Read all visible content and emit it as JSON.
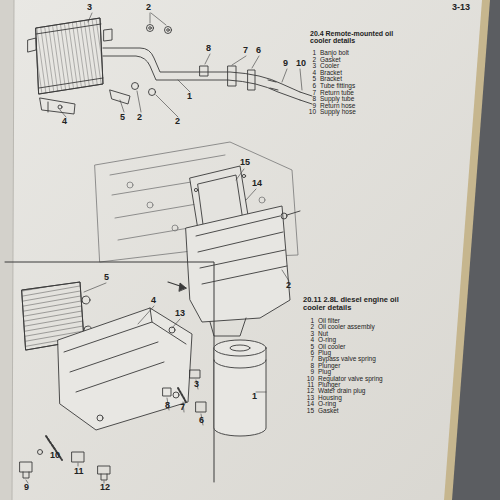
{
  "diagram": {
    "labels": [
      "3-13",
      "3",
      "2",
      "1",
      "8",
      "7",
      "6",
      "9",
      "10",
      "4",
      "5",
      "2",
      "2",
      "20.4 Remote-mounted oil cooler details",
      "1",
      "Banjo bolt",
      "2",
      "Gasket",
      "3",
      "Cooler",
      "4",
      "Bracket",
      "5",
      "Bracket",
      "6",
      "Tube fittings",
      "7",
      "Return tube",
      "8",
      "Supply tube",
      "9",
      "Return hose",
      "10",
      "Supply hose",
      "15",
      "14",
      "2",
      "5",
      "4",
      "13",
      "3",
      "1",
      "8",
      "7",
      "6",
      "10",
      "11",
      "9",
      "12",
      "20.11 2.8L diesel engine oil cooler details",
      "1",
      "Oil filter",
      "2",
      "Oil cooler assembly",
      "3",
      "Nut",
      "4",
      "O-ring",
      "5",
      "Oil cooler",
      "6",
      "Plug",
      "7",
      "Bypass valve spring",
      "8",
      "Plunger",
      "9",
      "Plug",
      "10",
      "Regulator valve spring",
      "11",
      "Plunger",
      "12",
      "Water drain plug",
      "13",
      "Housing",
      "14",
      "O-ring",
      "15",
      "Gasket"
    ]
  }
}
